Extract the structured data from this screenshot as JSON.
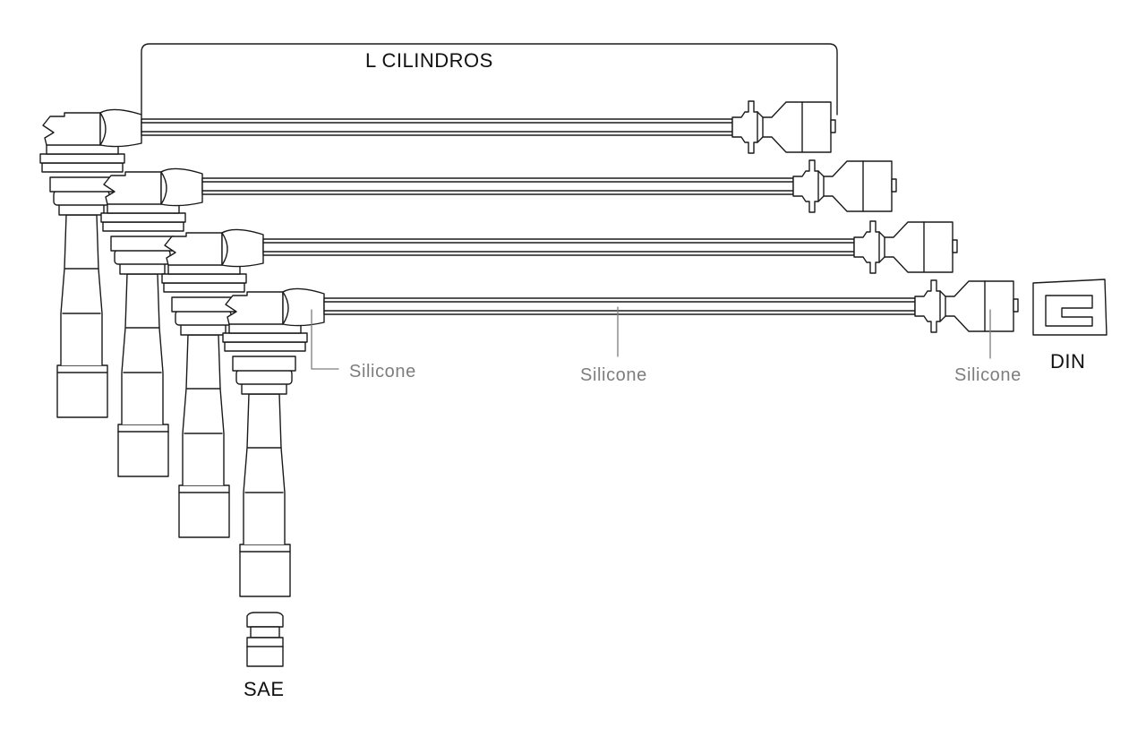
{
  "diagram": {
    "title": "L  CILINDROS",
    "cable_label": "Silicone",
    "terminal_labels": {
      "din": "DIN",
      "sae": "SAE"
    },
    "colors": {
      "line": "#1a1a1a",
      "label_grey": "#7d7d7d",
      "label_dark": "#111111",
      "background": "#ffffff"
    }
  }
}
